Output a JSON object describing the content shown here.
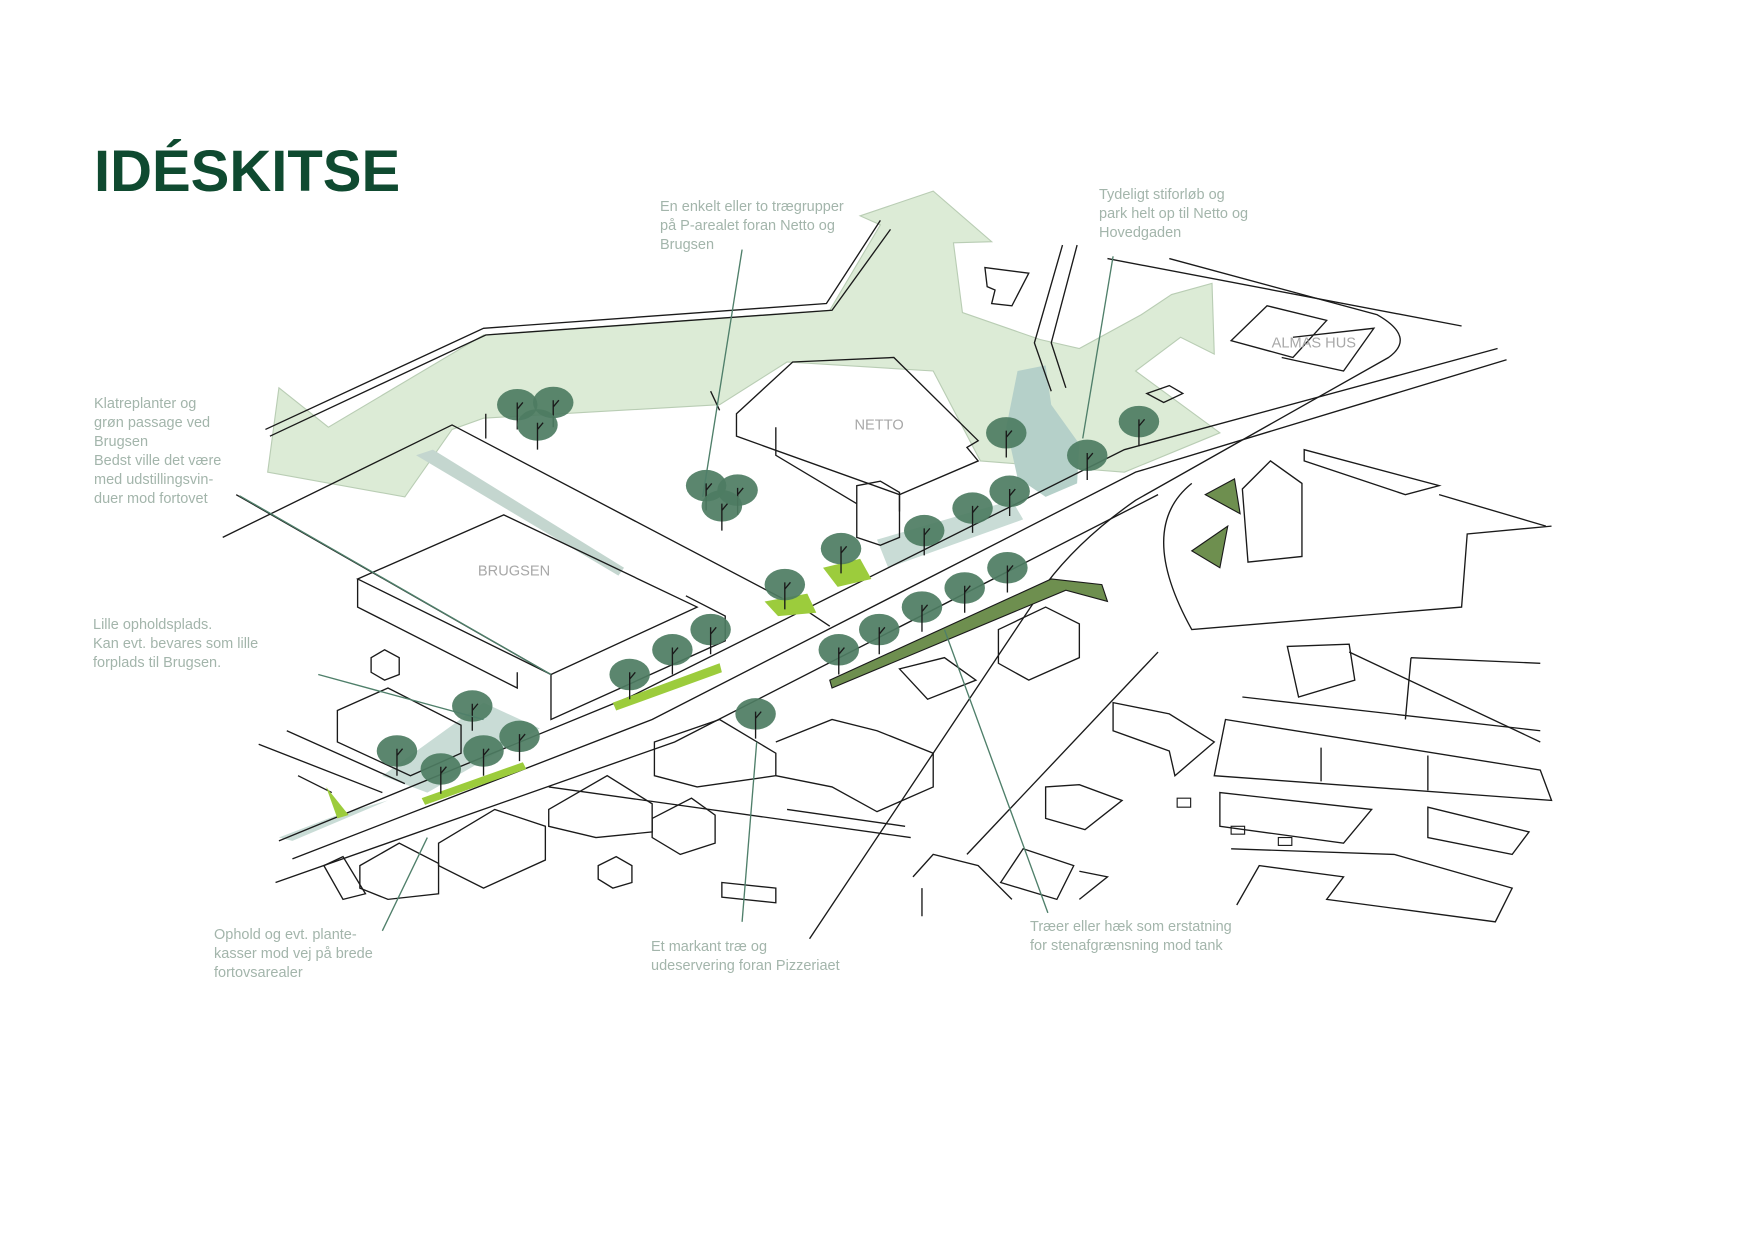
{
  "title": "IDÉSKITSE",
  "buildings": {
    "netto": "NETTO",
    "brugsen": "BRUGSEN",
    "almas_hus": "ALMAS HUS"
  },
  "notes": [
    {
      "lines": [
        "En enkelt eller to trægrupper",
        "på P-arealet foran Netto og",
        "Brugsen"
      ]
    },
    {
      "lines": [
        "Tydeligt stiforløb og",
        "park helt op til Netto og",
        "Hovedgaden"
      ]
    },
    {
      "lines": [
        "Klatreplanter og",
        "grøn passage ved",
        "Brugsen",
        "Bedst ville det være",
        "med udstillingsvin-",
        "duer mod fortovet"
      ]
    },
    {
      "lines": [
        "Lille opholdsplads.",
        "Kan evt. bevares som lille",
        "forplads til Brugsen."
      ]
    },
    {
      "lines": [
        "Ophold og evt. plante-",
        "kasser mod vej på brede",
        "fortovsarealer"
      ]
    },
    {
      "lines": [
        "Et markant træ og",
        "udeservering foran Pizzeriaet"
      ]
    },
    {
      "lines": [
        "Træer eller hæk som erstatning",
        "for stenafgrænsning mod tank"
      ]
    }
  ],
  "colors": {
    "title": "#0f4a30",
    "park": "#dcebd6",
    "water": "#b5d0c9",
    "tree": "#4d7c62",
    "hedge": "#6e8f4f",
    "lawn": "#9ccc3c",
    "note": "#a3b5ab"
  }
}
